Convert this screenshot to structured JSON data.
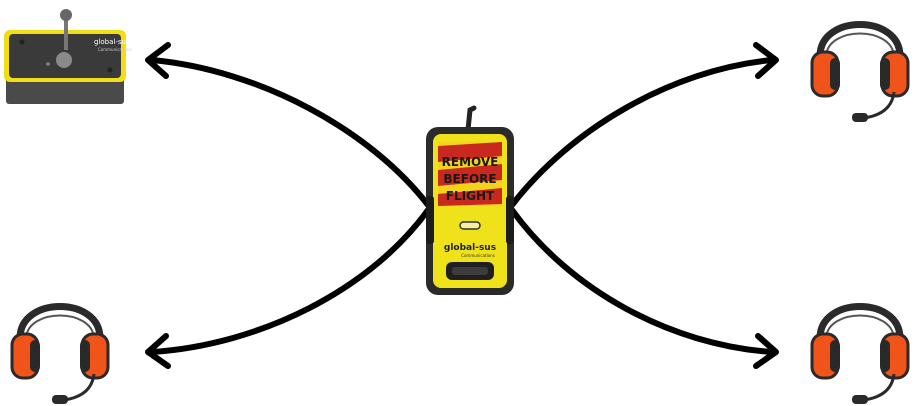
{
  "diagram": {
    "center_device": {
      "tag_line_1": "REMOVE",
      "tag_line_2": "BEFORE",
      "tag_line_3": "FLIGHT",
      "brand": "global-sus",
      "brand_sub": "Communications"
    },
    "control_box": {
      "brand": "global-sus",
      "brand_sub": "Communications"
    },
    "colors": {
      "device_yellow": "#f0e21a",
      "device_body": "#2b2b2b",
      "tag_red": "#c8281e",
      "tag_yellow": "#f2d21a",
      "cup_orange": "#f0541a",
      "headband": "#2a2a2a",
      "arrow": "#000000",
      "box_gray": "#4a4a4a",
      "box_yellow": "#f3dd14"
    },
    "icons": [
      "arrow-icon",
      "headset-icon",
      "control-box-icon",
      "transmitter-icon"
    ]
  }
}
